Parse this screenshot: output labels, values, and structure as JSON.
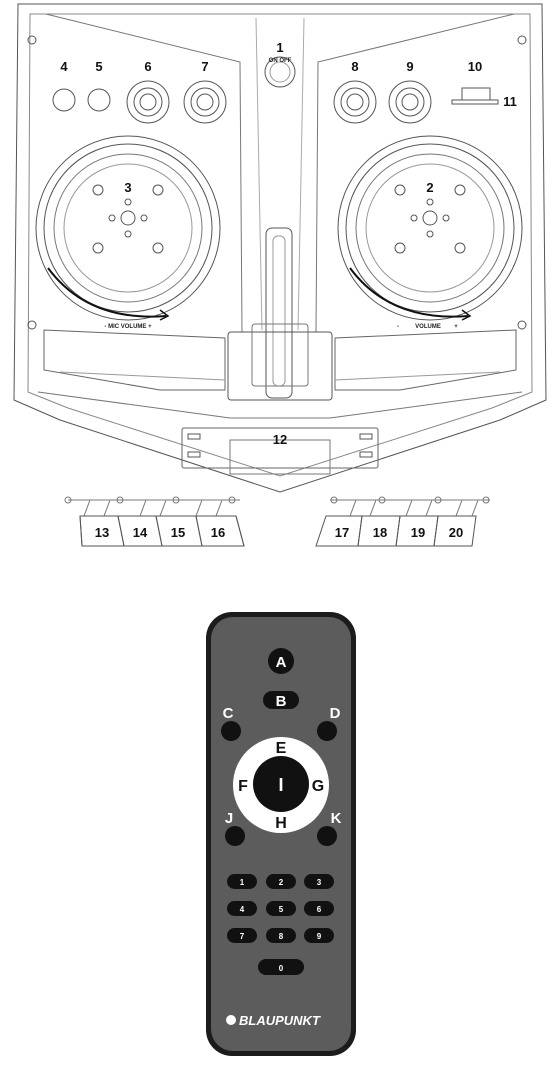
{
  "device": {
    "labels": {
      "n1": "1",
      "n2": "2",
      "n3": "3",
      "n4": "4",
      "n5": "5",
      "n6": "6",
      "n7": "7",
      "n8": "8",
      "n9": "9",
      "n10": "10",
      "n11": "11",
      "n12": "12",
      "n13": "13",
      "n14": "14",
      "n15": "15",
      "n16": "16",
      "n17": "17",
      "n18": "18",
      "n19": "19",
      "n20": "20"
    },
    "power_label": "ON OFF",
    "mic_volume_label": "- MIC VOLUME +",
    "volume_minus": "-",
    "volume_label": "VOLUME",
    "volume_plus": "+"
  },
  "remote": {
    "keys": {
      "a": "A",
      "b": "B",
      "c": "C",
      "d": "D",
      "e": "E",
      "f": "F",
      "g": "G",
      "h": "H",
      "i": "I",
      "j": "J",
      "k": "K"
    },
    "numpad": [
      "1",
      "2",
      "3",
      "4",
      "5",
      "6",
      "7",
      "8",
      "9",
      "0"
    ],
    "brand": "BLAUPUNKT"
  },
  "colors": {
    "remote_body": "#5c5c5c",
    "remote_button": "#111111",
    "line": "#555555"
  }
}
